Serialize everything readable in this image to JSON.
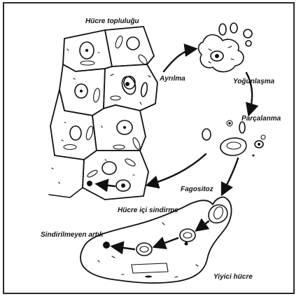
{
  "labels": {
    "cell_group": "Hücre topluluğu",
    "separation": "Ayrılma",
    "condensation": "Yoğunlaşma",
    "fragmentation": "Parçalanma",
    "phagocytosis": "Fagositoz",
    "intracellular_digestion": "Hücre içi sindirme",
    "undigested_residue": "Sindirilmeyen artık",
    "phagocyte": "Yiyici hücre"
  },
  "colors": {
    "ink": "#111111",
    "paper": "#ffffff",
    "frame": "#2b2b2b"
  }
}
